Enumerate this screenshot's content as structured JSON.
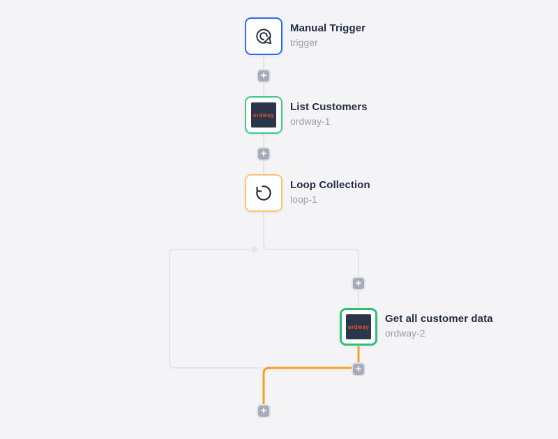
{
  "canvas": {
    "background": "#f4f4f6"
  },
  "colors": {
    "connector": "#e3e4ea",
    "connector_active": "#f8a01e",
    "plus_bg": "#a8abba",
    "plus_glyph_color": "#ffffff",
    "title_color": "#242d44",
    "subtitle_color": "#9aa0ac",
    "icon_stroke": "#222b3a",
    "trigger_border": "#2a6cf0",
    "ordway_node_border": "#3dc88a",
    "loop_border": "#fbc571",
    "selected_border": "#2fbe77",
    "ordway_logo_bg": "#2b3748",
    "ordway_logo_text_color": "#e0572a"
  },
  "plus_icon": "+",
  "ordway_logo_text": "ordway",
  "nodes": [
    {
      "title": "Manual Trigger",
      "subtitle": "trigger",
      "icon": "manual-trigger-click-icon",
      "selected": false
    },
    {
      "title": "List Customers",
      "subtitle": "ordway-1",
      "icon": "ordway-logo",
      "selected": false
    },
    {
      "title": "Loop Collection",
      "subtitle": "loop-1",
      "icon": "loop-arrow-icon",
      "selected": false
    },
    {
      "title": "Get all customer data",
      "subtitle": "ordway-2",
      "icon": "ordway-logo",
      "selected": true
    }
  ]
}
